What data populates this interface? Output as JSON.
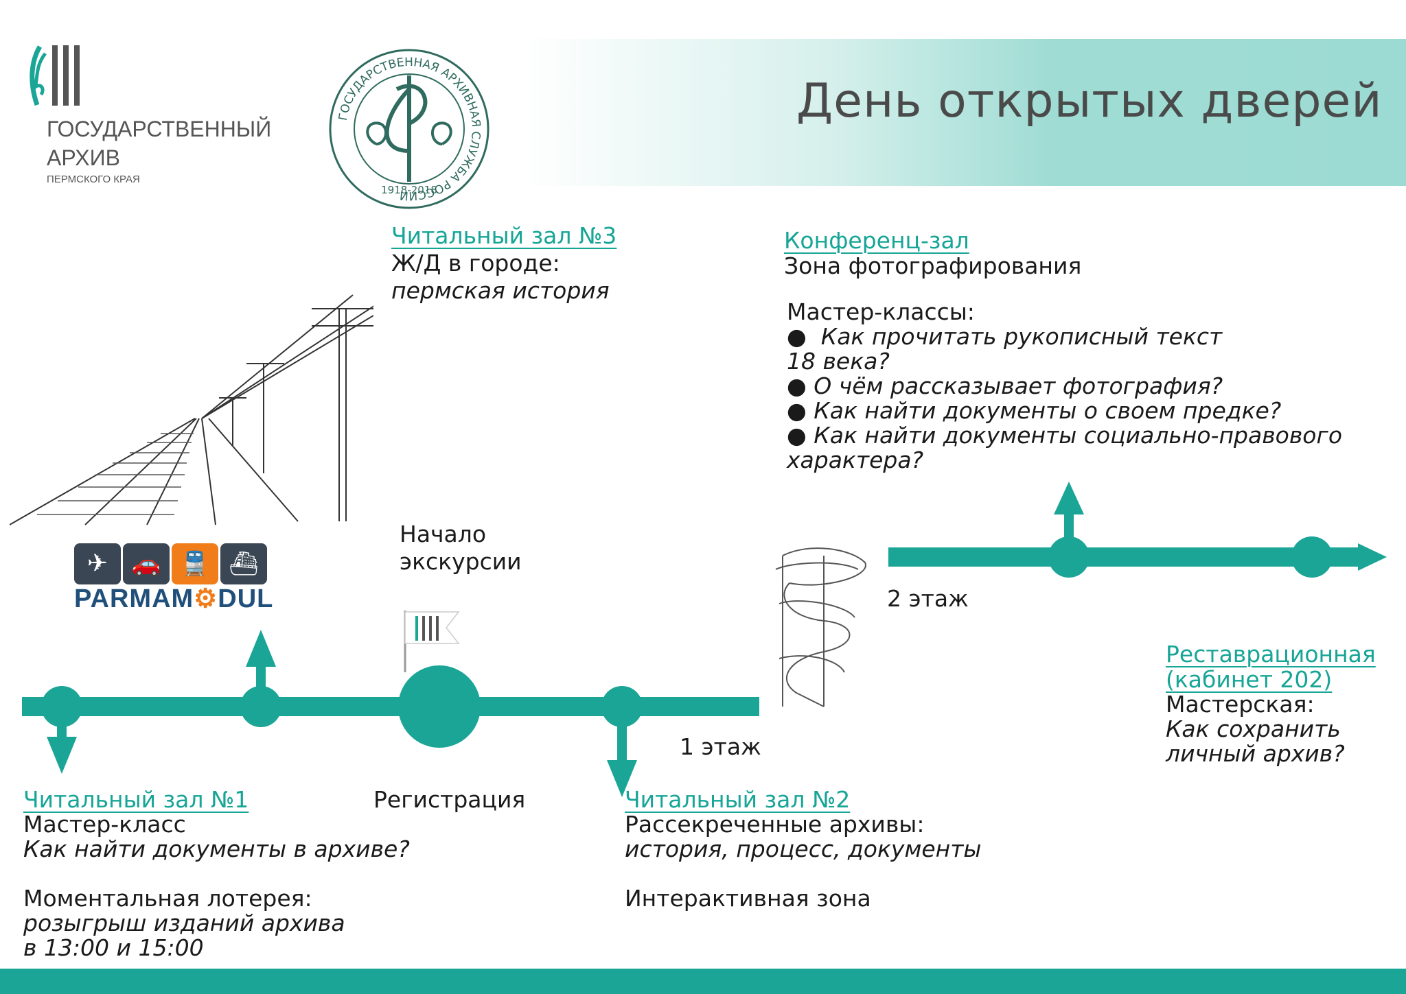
{
  "header": {
    "title": "День открытых дверей",
    "org_line1": "ГОСУДАРСТВЕННЫЙ",
    "org_line2": "АРХИВ",
    "org_line3": "ПЕРМСКОГО КРАЯ",
    "seal_ring_text": "ГОСУДАРСТВЕННАЯ АРХИВНАЯ СЛУЖБА РОССИИ",
    "seal_years": "1918-2018"
  },
  "colors": {
    "accent": "#1aa596",
    "banner": "#9cdbd3",
    "title": "#4a4a4a"
  },
  "reading_room_3": {
    "heading": "Читальный зал №3",
    "line1": "Ж/Д в городе:",
    "line2": "пермская история"
  },
  "conference": {
    "heading": "Конференц-зал",
    "line1": "Зона фотографирования",
    "workshops_title": "Мастер-классы:",
    "items": [
      "Как прочитать рукописный текст",
      "18 века?",
      "О чём рассказывает фотография?",
      "Как найти документы о своем предке?",
      "Как найти документы социально-правового",
      "характера?"
    ]
  },
  "sponsor": {
    "brand_a": "PARMA",
    "brand_b": "M",
    "brand_c": "DUL"
  },
  "start": {
    "line1": "Начало",
    "line2": "экскурсии"
  },
  "floor2_label": "2 этаж",
  "floor1_label": "1 этаж",
  "restoration": {
    "heading1": "Реставрационная",
    "heading2": "(кабинет 202)",
    "line1": "Мастерская:",
    "line2": "Как сохранить",
    "line3": "личный архив?"
  },
  "reading_room_1": {
    "heading": "Читальный зал №1",
    "line1": "Мастер-класс",
    "line2": "Как найти документы в архиве?",
    "line3": "Моментальная лотерея:",
    "line4": "розыгрыш изданий архива",
    "line5": "в 13:00 и 15:00"
  },
  "registration": "Регистрация",
  "reading_room_2": {
    "heading": "Читальный зал №2",
    "line1": "Рассекреченные архивы:",
    "line2": "история, процесс, документы",
    "line3": "Интерактивная зона"
  }
}
